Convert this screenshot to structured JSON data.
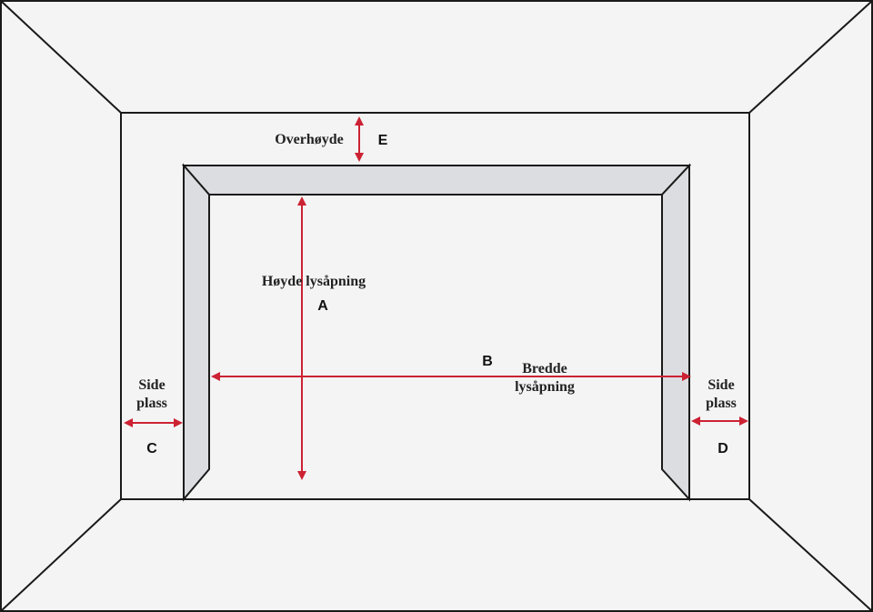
{
  "labels": {
    "overheight": "Overhøyde",
    "overheight_letter": "E",
    "height": "Høyde lysåpning",
    "height_letter": "A",
    "width_letter": "B",
    "width_line1": "Bredde",
    "width_line2": "lysåpning",
    "side_left_line1": "Side",
    "side_left_line2": "plass",
    "side_left_letter": "C",
    "side_right_line1": "Side",
    "side_right_line2": "plass",
    "side_right_letter": "D"
  },
  "colors": {
    "background": "#f4f4f4",
    "line": "#1a1a1a",
    "jamb_fill": "#dcdde0",
    "arrow": "#cc2233"
  }
}
